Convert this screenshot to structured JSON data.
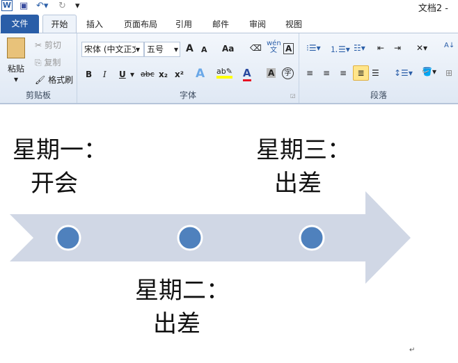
{
  "window": {
    "title": "文档2 -"
  },
  "quick_access": {
    "word_icon": "W",
    "save": "save-icon",
    "undo": "undo-icon",
    "redo": "redo-icon"
  },
  "tabs": [
    "文件",
    "开始",
    "插入",
    "页面布局",
    "引用",
    "邮件",
    "审阅",
    "视图"
  ],
  "clipboard": {
    "paste": "粘贴",
    "cut": "剪切",
    "copy": "复制",
    "format_painter": "格式刷",
    "label": "剪贴板"
  },
  "font": {
    "name": "宋体 (中文正文)",
    "size": "五号",
    "label": "字体",
    "bold": "B",
    "italic": "I",
    "underline": "U",
    "strike": "abc",
    "sub": "x₂",
    "sup": "x²",
    "grow": "A",
    "shrink": "A",
    "case": "Aa",
    "pinyin": "wén 文",
    "border": "A",
    "color_a": "A",
    "shade_a": "A",
    "enclose": "字",
    "colors": {
      "font_color": "#e81123",
      "highlight": "#ffff00"
    }
  },
  "paragraph": {
    "label": "段落"
  },
  "diagram": {
    "colors": {
      "arrow": "#d0d7e5",
      "dot": "#4f81bd"
    },
    "events": [
      {
        "title": "星期一：",
        "text": "开会"
      },
      {
        "title": "星期二：",
        "text": "出差"
      },
      {
        "title": "星期三：",
        "text": "出差"
      }
    ]
  }
}
